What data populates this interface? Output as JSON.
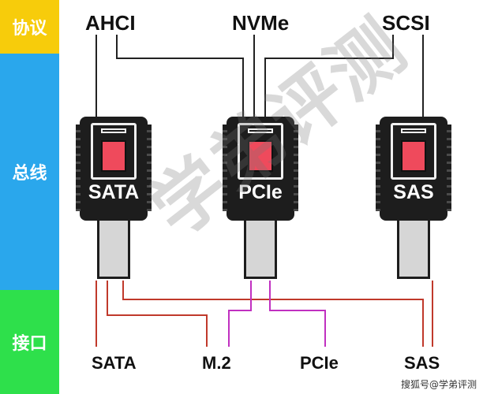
{
  "bands": {
    "protocol": "协议",
    "bus": "总线",
    "interface": "接口"
  },
  "protocols": {
    "ahci": "AHCI",
    "nvme": "NVMe",
    "scsi": "SCSI"
  },
  "buses": {
    "sata": "SATA",
    "pcie": "PCIe",
    "sas": "SAS"
  },
  "interfaces": {
    "sata": "SATA",
    "m2": "M.2",
    "pcie": "PCIe",
    "sas": "SAS"
  },
  "colors": {
    "protocol_band": "#f7cc0b",
    "bus_band": "#2aa7ec",
    "interface_band": "#2ee04b",
    "sata_sas_wire": "#c0392b",
    "pcie_wire": "#c030c0",
    "chip": "#ef4a5c"
  },
  "watermark": "学弟评测",
  "credit": "搜狐号@学弟评测"
}
